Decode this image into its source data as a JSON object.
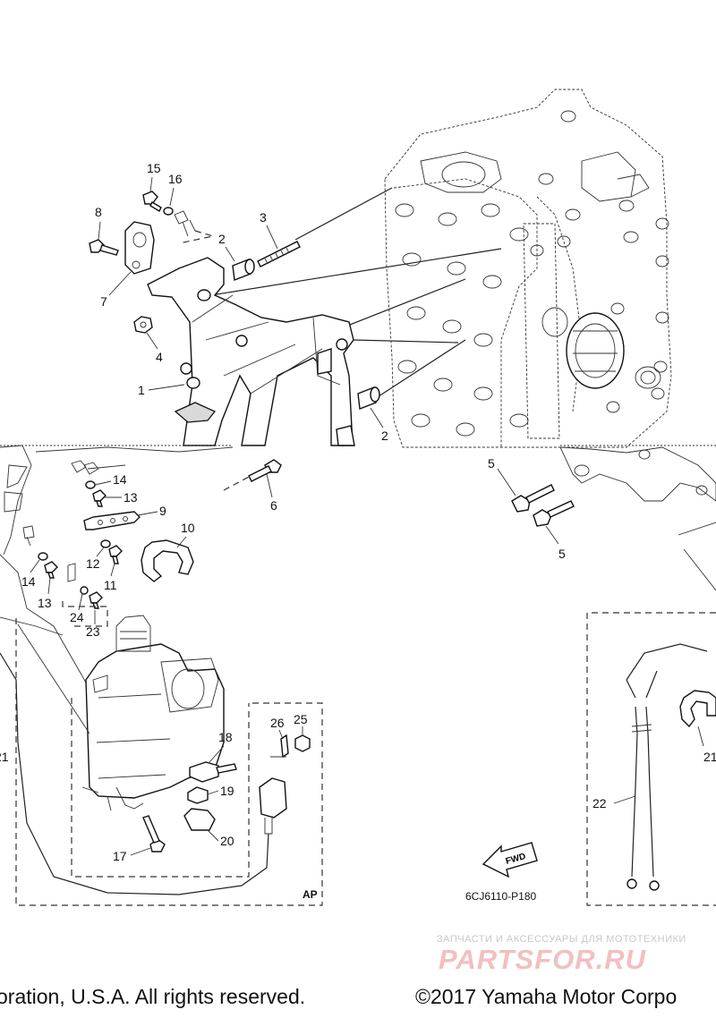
{
  "diagram": {
    "callouts": [
      "1",
      "2",
      "2",
      "3",
      "4",
      "5",
      "5",
      "6",
      "7",
      "8",
      "9",
      "10",
      "11",
      "12",
      "13",
      "13",
      "14",
      "14",
      "15",
      "16",
      "17",
      "18",
      "19",
      "20",
      "21",
      "21",
      "22",
      "23",
      "24",
      "25",
      "26"
    ],
    "area_label": "AP",
    "direction_label": "FWD",
    "drawing_code": "6CJ6110-P180"
  },
  "watermark": {
    "tagline": "ЗАПЧАСТИ И АКСЕССУАРЫ ДЛЯ МОТОТЕХНИКИ",
    "brand": "PARTSFOR.RU"
  },
  "footer": {
    "copyright_left": "oration, U.S.A. All rights reserved.",
    "copyright_right": "©2017 Yamaha Motor Corpo"
  },
  "colors": {
    "ink": "#111111",
    "watermark_brand": "#f2c0c0",
    "watermark_tagline": "#c8c8c8"
  }
}
